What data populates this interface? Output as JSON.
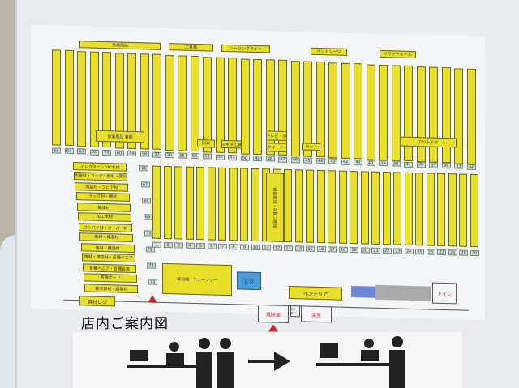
{
  "sign": {
    "title": "店内ご案内図",
    "top_labels": [
      "作業用品",
      "工具箱",
      "シーリングライト",
      "ベッドシーツ",
      "ソファーボール"
    ],
    "mid_labels": [
      "作業用品 春節",
      "BOX",
      "マキタ工具",
      "テレビ・CC",
      "クリーナー",
      "ペット",
      "アウトドア",
      "季節用品・お買い得品"
    ],
    "left_labels": [
      "イレクター・DIY木材",
      "内装材・ガーデン資材・陳列",
      "内装材・フロア材",
      "ラック材・棚板",
      "集成材",
      "加工木材",
      "ワンバイ材・ツーバイ材",
      "角材・構造材",
      "角材・構造材",
      "角材・構造材・各種ベニア",
      "各種ベニア・各種合板",
      "各種ボード",
      "軽天資材・鋼製材",
      "資材レジ"
    ],
    "bottom_labels": {
      "mower": "草刈機・チェーンソー",
      "register": "レジ",
      "interior": "インテリア",
      "experience": "風除室",
      "greenhouse": "温室",
      "elevator": "EV 2Fへ",
      "toilet": "トイレ"
    },
    "top_numbers": [
      "65",
      "64",
      "63",
      "62",
      "61",
      "60",
      "59",
      "58",
      "57",
      "56",
      "55",
      "54",
      "53",
      "52",
      "51",
      "50",
      "49",
      "48",
      "47",
      "46",
      "45",
      "44",
      "43",
      "42",
      "41",
      "40",
      "39",
      "38",
      "37",
      "36",
      "35",
      "34",
      "33",
      "32"
    ],
    "bottom_numbers": [
      "1",
      "2",
      "3",
      "4",
      "5",
      "6",
      "7",
      "8",
      "9",
      "10",
      "11",
      "12",
      "13",
      "14",
      "15",
      "16",
      "17",
      "18",
      "19",
      "20",
      "21",
      "22",
      "23",
      "24",
      "25",
      "26",
      "27",
      "28",
      "29",
      "30"
    ],
    "left_numbers": [
      "66",
      "67",
      "68",
      "69",
      "70",
      "71",
      "72",
      "73"
    ]
  }
}
